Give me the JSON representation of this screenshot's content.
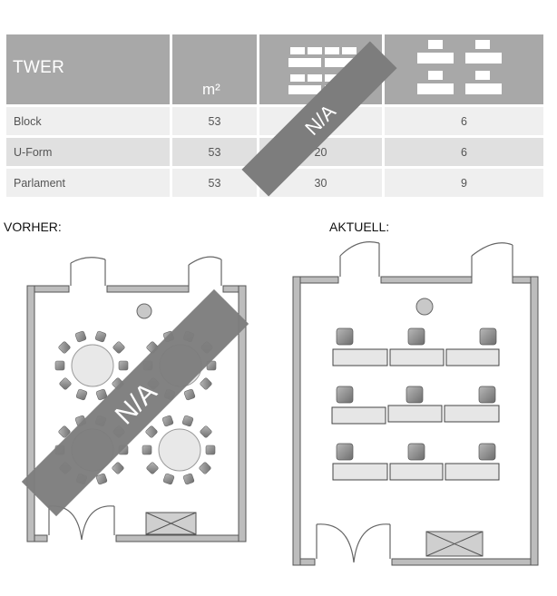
{
  "table": {
    "title": "TWER",
    "area_unit": "m²",
    "column_icons": [
      "room-area",
      "block-seating-icon",
      "classroom-seating-icon"
    ],
    "rows": [
      {
        "name": "Block",
        "area": "53",
        "col2": "",
        "col3": "6"
      },
      {
        "name": "U-Form",
        "area": "53",
        "col2": "20",
        "col3": "6"
      },
      {
        "name": "Parlament",
        "area": "53",
        "col2": "30",
        "col3": "9"
      }
    ],
    "na_stamp": "N/A"
  },
  "plans": {
    "before_label": "VORHER:",
    "current_label": "AKTUELL:",
    "before_na_stamp": "N/A",
    "before_layout": "round-tables",
    "current_layout": "classroom-rows"
  },
  "colors": {
    "header_bg": "#a8a8a8",
    "row_light": "#efefef",
    "row_dark": "#e0e0e0",
    "na_band": "#7d7d7d",
    "wall": "#bdbdbd"
  }
}
